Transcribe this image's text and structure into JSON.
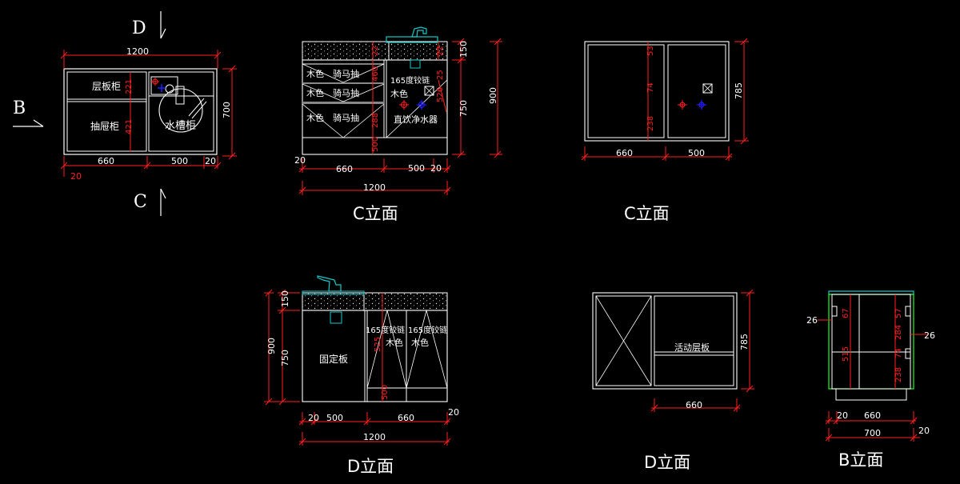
{
  "colors": {
    "background": "#000000",
    "outline": "#ffffff",
    "dimension": "#ff2020",
    "marker": "#2020ff",
    "accent": "#19c8c8",
    "green": "#20ff20"
  },
  "section_marks": {
    "d": "D",
    "c": "C",
    "b": "B"
  },
  "plan": {
    "top_dim": "1200",
    "left_dim": "660",
    "right_dim": "500",
    "right_small": "20",
    "bottom_small": "20",
    "height_dim": "700",
    "shelf_label": "层板柜",
    "drawer_label": "抽屉柜",
    "sink_label": "水槽柜",
    "v1": "221",
    "v2": "421"
  },
  "c_front": {
    "title": "C立面",
    "wood1": "木色",
    "ride1": "骑马抽",
    "wood2": "木色",
    "ride2": "骑马抽",
    "wood3": "木色",
    "ride3": "骑马抽",
    "hinge": "165度铰链",
    "wood_right": "木色",
    "purifier": "直饮净水器",
    "d_150": "150",
    "d_750": "750",
    "d_900": "900",
    "d_20": "20",
    "d_660": "660",
    "d_500": "500",
    "d_20b": "20",
    "d_1200": "1200",
    "v_22": "22",
    "v_460": "460",
    "v_288": "288",
    "v_500": "500",
    "v_22b": "22",
    "v_25": "25",
    "v_526": "526"
  },
  "c_back": {
    "title": "C立面",
    "d_660": "660",
    "d_500": "500",
    "d_785": "785",
    "v_53": "53",
    "v_74": "74",
    "v_238": "238"
  },
  "d_front": {
    "title": "D立面",
    "fixed_panel": "固定板",
    "hinge1": "165度铰链",
    "wood1": "木色",
    "hinge2": "165度铰链",
    "wood2": "木色",
    "d_150": "150",
    "d_750": "750",
    "d_900": "900",
    "d_20": "20",
    "d_500": "500",
    "d_660": "660",
    "d_20b": "20",
    "d_1200": "1200",
    "v_525": "525",
    "v_500": "500"
  },
  "d_back": {
    "title": "D立面",
    "shelf": "活动层板",
    "d_660": "660",
    "d_785": "785"
  },
  "b_elev": {
    "title": "B立面",
    "d_26a": "26",
    "d_26b": "26",
    "d_20": "20",
    "d_660": "660",
    "d_20b": "20",
    "d_700": "700",
    "v_67": "67",
    "v_515": "515",
    "v_284": "284",
    "v_57": "57",
    "v_74": "74",
    "v_238": "238"
  }
}
